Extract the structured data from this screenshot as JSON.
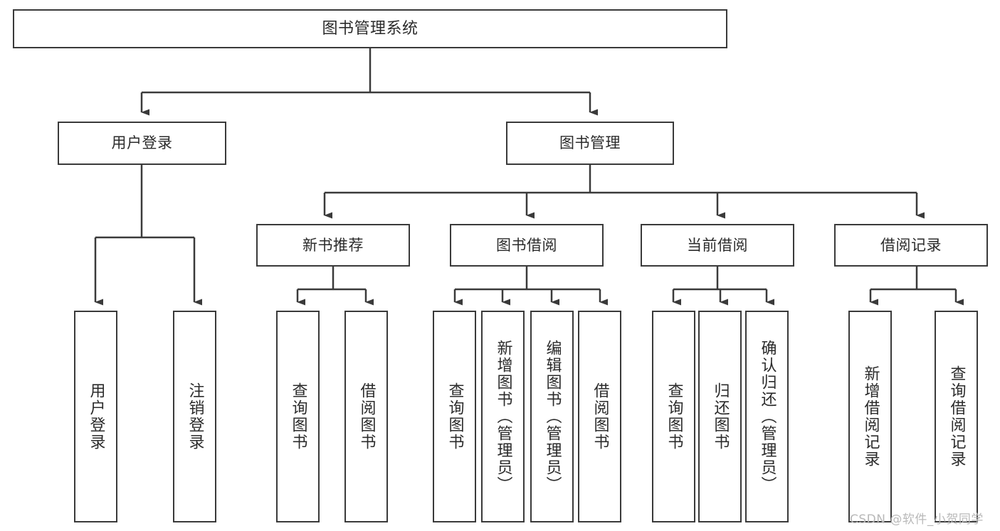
{
  "diagram": {
    "type": "tree-hierarchy-chart",
    "title": "图书管理系统",
    "levels": {
      "root": {
        "label": "图书管理系统"
      },
      "level2": [
        {
          "label": "用户登录"
        },
        {
          "label": "图书管理"
        }
      ],
      "level3": [
        {
          "label": "新书推荐"
        },
        {
          "label": "图书借阅"
        },
        {
          "label": "当前借阅"
        },
        {
          "label": "借阅记录"
        }
      ],
      "leaves": {
        "user_login": [
          {
            "label": "用户登录"
          },
          {
            "label": "注销登录"
          }
        ],
        "new_book_recommend": [
          {
            "label": "查询图书"
          },
          {
            "label": "借阅图书"
          }
        ],
        "book_borrow": [
          {
            "label": "查询图书"
          },
          {
            "label": "新增图书（管理员）"
          },
          {
            "label": "编辑图书（管理员）"
          },
          {
            "label": "借阅图书"
          }
        ],
        "current_borrow": [
          {
            "label": "查询图书"
          },
          {
            "label": "归还图书"
          },
          {
            "label": "确认归还（管理员）"
          }
        ],
        "borrow_record": [
          {
            "label": "新增借阅记录"
          },
          {
            "label": "查询借阅记录"
          }
        ]
      }
    },
    "colors": {
      "box_border": "#3a3a3a",
      "box_fill": "#ffffff",
      "connector": "#3a3a3a",
      "text": "#2b2b2b",
      "watermark": "#b9b9b9"
    }
  },
  "watermark": {
    "text": "CSDN @软件_小贺同学"
  }
}
